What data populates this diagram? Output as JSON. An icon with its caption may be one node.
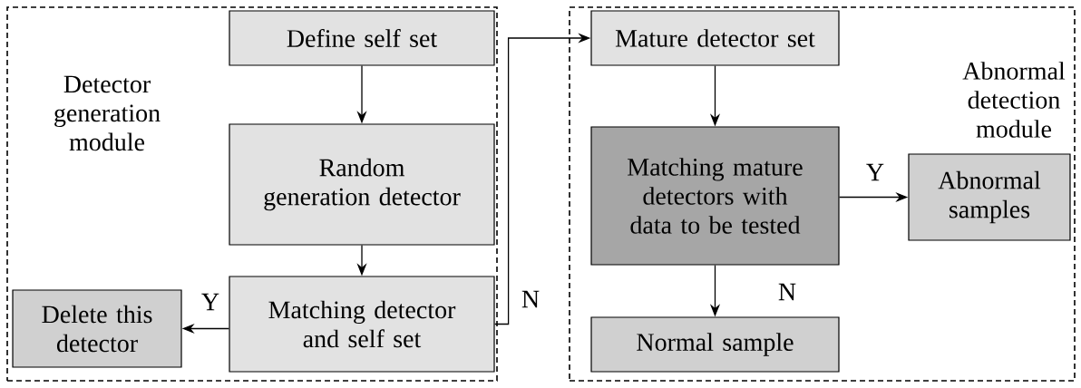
{
  "diagram": {
    "nodes": [
      {
        "text": [
          "Detector generation module"
        ]
      },
      {
        "text": [
          "Define self set"
        ],
        "in": 0
      },
      {
        "text": [
          "Random generation detector"
        ],
        "in": 0
      },
      {
        "text": [
          "Delete this detector"
        ],
        "in": 0
      },
      {
        "text": [
          "Matching detector and self set"
        ],
        "in": 0
      },
      {
        "text": [
          "Abnormal detection module"
        ]
      },
      {
        "text": [
          "Mature detector set"
        ],
        "in": 5
      },
      {
        "text": [
          "Matching mature detectors with data to be tested"
        ],
        "in": 5
      },
      {
        "text": [
          "Abnormal samples"
        ],
        "in": 5
      },
      {
        "text": [
          "Normal sample"
        ],
        "in": 5
      }
    ],
    "edges": [
      {
        "from": 1,
        "to": 2,
        "arrow": "to"
      },
      {
        "from": 2,
        "to": 4,
        "arrow": "to"
      },
      {
        "from": 4,
        "to": 3,
        "arrow": "to",
        "label": "Y"
      },
      {
        "from": 4,
        "to": 6,
        "arrow": "to",
        "label": "N"
      },
      {
        "from": 6,
        "to": 7,
        "arrow": "to"
      },
      {
        "from": 7,
        "to": 8,
        "arrow": "to",
        "label": "Y"
      },
      {
        "from": 7,
        "to": 9,
        "arrow": "to",
        "label": "N"
      }
    ]
  }
}
